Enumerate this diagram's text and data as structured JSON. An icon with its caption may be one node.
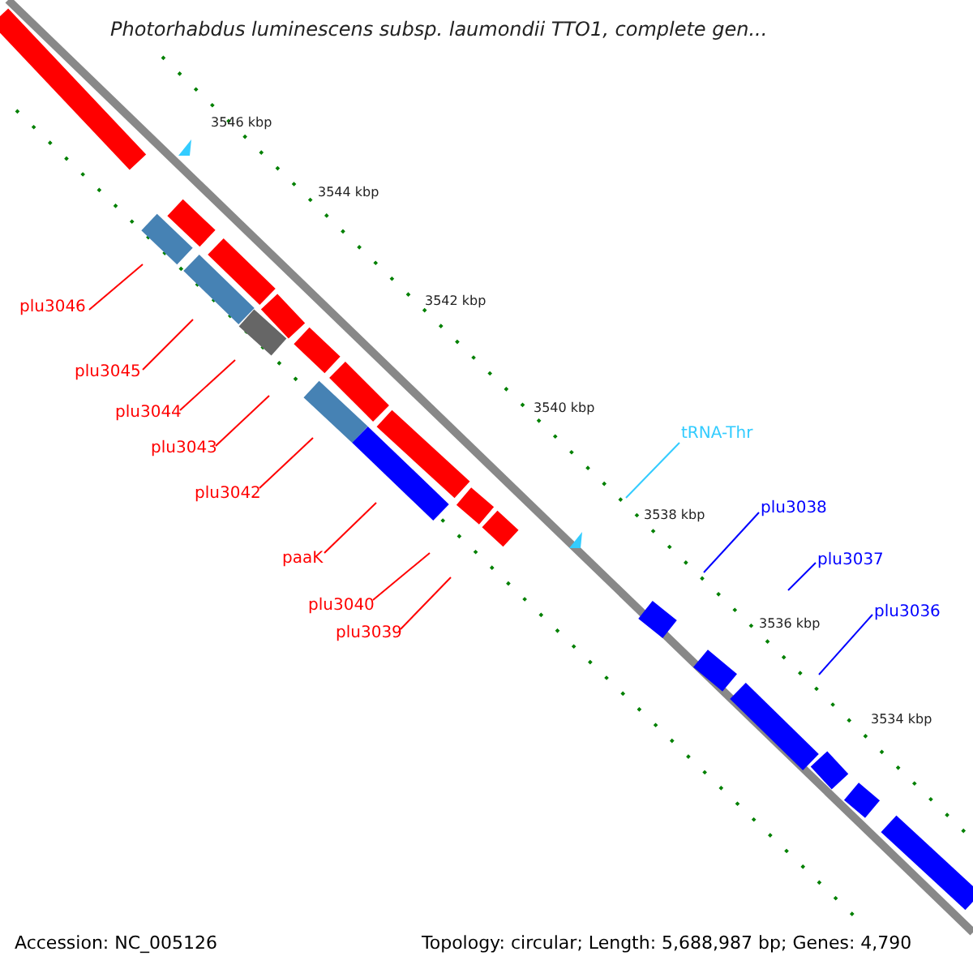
{
  "diagram": {
    "title": "Photorhabdus luminescens subsp. laumondii TTO1, complete gen...",
    "nodes": [
      {
        "text": [
          "plu3046"
        ]
      },
      {
        "text": [
          "plu3045"
        ]
      },
      {
        "text": [
          "plu3044"
        ]
      },
      {
        "text": [
          "plu3043"
        ]
      },
      {
        "text": [
          "plu3042"
        ]
      },
      {
        "text": [
          "paaK"
        ]
      },
      {
        "text": [
          "plu3040"
        ]
      },
      {
        "text": [
          "plu3039"
        ]
      },
      {
        "text": [
          "tRNA-Thr"
        ]
      },
      {
        "text": [
          "plu3038"
        ]
      },
      {
        "text": [
          "plu3037"
        ]
      },
      {
        "text": [
          "plu3036"
        ]
      }
    ],
    "edges": [
      {
        "from": 0,
        "to": null,
        "arrow": "none"
      },
      {
        "from": 1,
        "to": null,
        "arrow": "none"
      },
      {
        "from": 2,
        "to": null,
        "arrow": "none"
      },
      {
        "from": 3,
        "to": null,
        "arrow": "none"
      },
      {
        "from": 4,
        "to": null,
        "arrow": "none"
      },
      {
        "from": 5,
        "to": null,
        "arrow": "none"
      },
      {
        "from": 6,
        "to": null,
        "arrow": "none"
      },
      {
        "from": 7,
        "to": null,
        "arrow": "none"
      },
      {
        "from": 8,
        "to": null,
        "arrow": "none",
        "color": "#33ccff"
      },
      {
        "from": 9,
        "to": null,
        "arrow": "none",
        "color": "#0000ff"
      },
      {
        "from": 10,
        "to": null,
        "arrow": "none",
        "color": "#0000ff"
      },
      {
        "from": 11,
        "to": null,
        "arrow": "none",
        "color": "#0000ff"
      }
    ],
    "labels": [
      "3546 kbp",
      "3544 kbp",
      "3542 kbp",
      "3540 kbp",
      "3538 kbp",
      "3536 kbp",
      "3534 kbp",
      "Accession: NC_005126",
      "Topology: circular; Length: 5,688,987 bp; Genes: 4,790"
    ]
  }
}
